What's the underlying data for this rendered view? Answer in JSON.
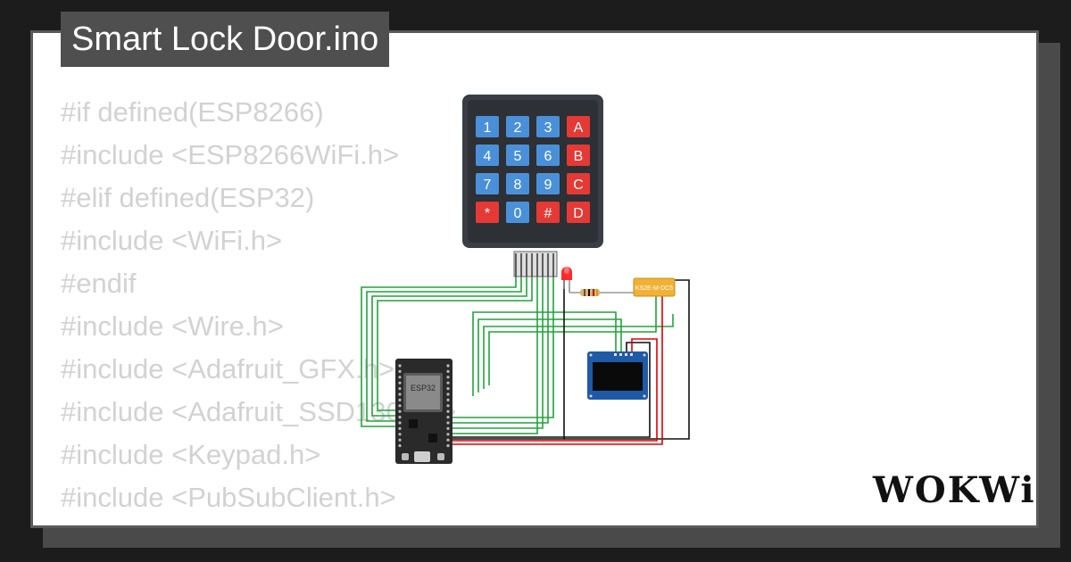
{
  "title": "Smart Lock Door.ino",
  "code_lines": [
    "#if defined(ESP8266)",
    "#include <ESP8266WiFi.h>",
    "#elif defined(ESP32)",
    "#include <WiFi.h>",
    "#endif",
    "#include <Wire.h>",
    "#include <Adafruit_GFX.h>",
    "#include <Adafruit_SSD1306.h>",
    "#include <Keypad.h>",
    "#include <PubSubClient.h>"
  ],
  "keypad": {
    "keys": [
      "1",
      "2",
      "3",
      "A",
      "4",
      "5",
      "6",
      "B",
      "7",
      "8",
      "9",
      "C",
      "*",
      "0",
      "#",
      "D"
    ]
  },
  "esp32_label": "ESP32",
  "relay_label": "KS2E-M-DC5",
  "brand": "WOKWi",
  "colors": {
    "key_blue": "#4a90d9",
    "key_red": "#e53935",
    "wire_green": "#21a33a",
    "wire_red": "#e00000",
    "wire_black": "#111111",
    "relay_orange": "#f2b134",
    "oled_blue": "#1f5aa6"
  }
}
